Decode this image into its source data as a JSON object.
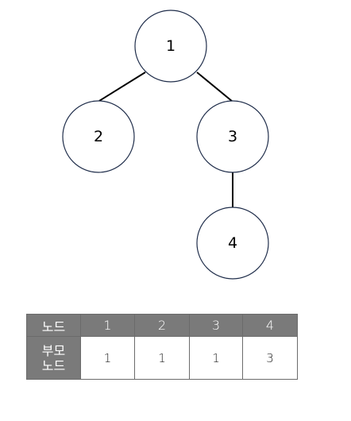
{
  "tree": {
    "nodes": [
      {
        "id": "1",
        "label": "1"
      },
      {
        "id": "2",
        "label": "2"
      },
      {
        "id": "3",
        "label": "3"
      },
      {
        "id": "4",
        "label": "4"
      }
    ],
    "edges": [
      {
        "from": "1",
        "to": "2"
      },
      {
        "from": "1",
        "to": "3"
      },
      {
        "from": "3",
        "to": "4"
      }
    ]
  },
  "table": {
    "row_header_node": "노드",
    "row_header_parent_line1": "부모",
    "row_header_parent_line2": "노드",
    "nodes": [
      "1",
      "2",
      "3",
      "4"
    ],
    "parents": [
      "1",
      "1",
      "1",
      "3"
    ]
  },
  "colors": {
    "node_stroke": "#1f2d4a",
    "header_bg": "#7a7a7a",
    "header_text": "#ffffff"
  }
}
